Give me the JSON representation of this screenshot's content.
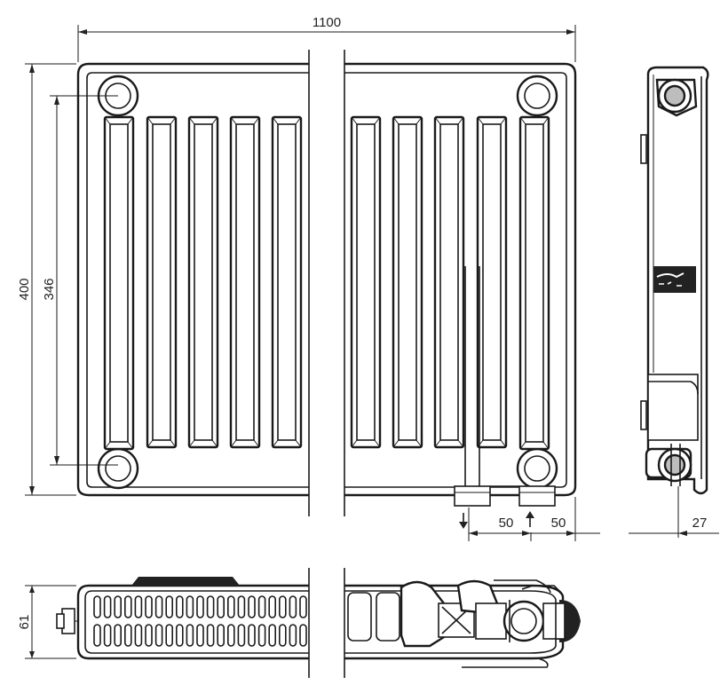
{
  "drawing": {
    "dimensions": {
      "overall_width": "1100",
      "overall_height": "400",
      "connection_spacing": "346",
      "bottom_offset_left": "50",
      "bottom_offset_right": "50",
      "side_offset": "27",
      "depth": "61"
    }
  }
}
